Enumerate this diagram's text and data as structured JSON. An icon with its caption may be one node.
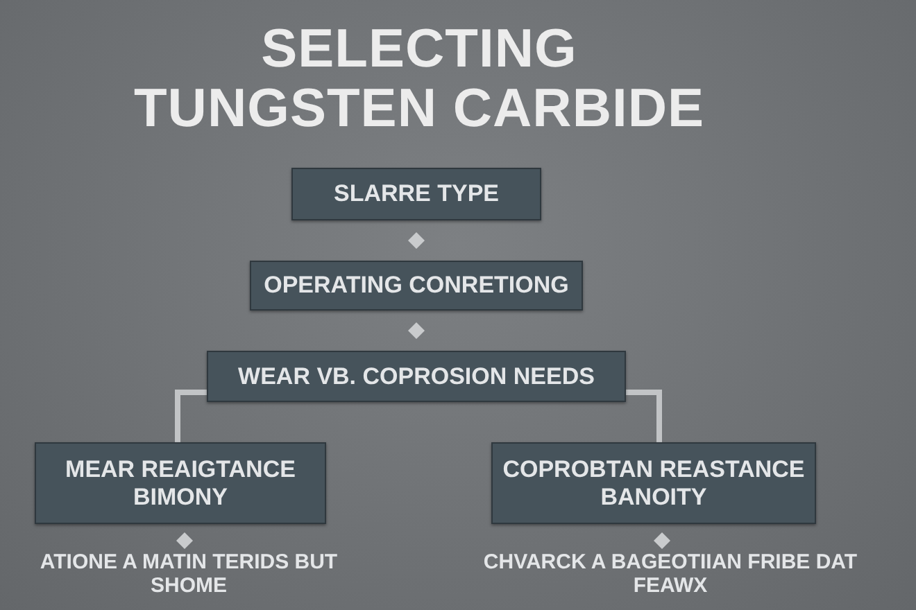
{
  "diagram": {
    "title": "SELECTING TUNGSTEN CARBIDE",
    "nodes": [
      {
        "text": [
          "SLARRE TYPE"
        ]
      },
      {
        "text": [
          "OPERATING CONRETIONG"
        ]
      },
      {
        "text": [
          "WEAR VB. COPROSION NEEDS"
        ]
      },
      {
        "text": [
          "MEAR REAIGTANCE BIMONY"
        ]
      },
      {
        "text": [
          "COPROBTAN REASTANCE BANOITY"
        ]
      },
      {
        "text": [
          "ATIONE A MATIN TERIDS BUT SHOME"
        ]
      },
      {
        "text": [
          "CHVARCK A BAGEOTIIAN FRIBE DAT FEAWX"
        ]
      }
    ],
    "edges": [
      {
        "from": 0,
        "to": 1,
        "arrow": "none"
      },
      {
        "from": 1,
        "to": 2,
        "arrow": "none"
      },
      {
        "from": 2,
        "to": 3,
        "arrow": "none"
      },
      {
        "from": 2,
        "to": 4,
        "arrow": "none"
      },
      {
        "from": 3,
        "to": 5,
        "arrow": "none"
      },
      {
        "from": 4,
        "to": 6,
        "arrow": "none"
      }
    ]
  }
}
